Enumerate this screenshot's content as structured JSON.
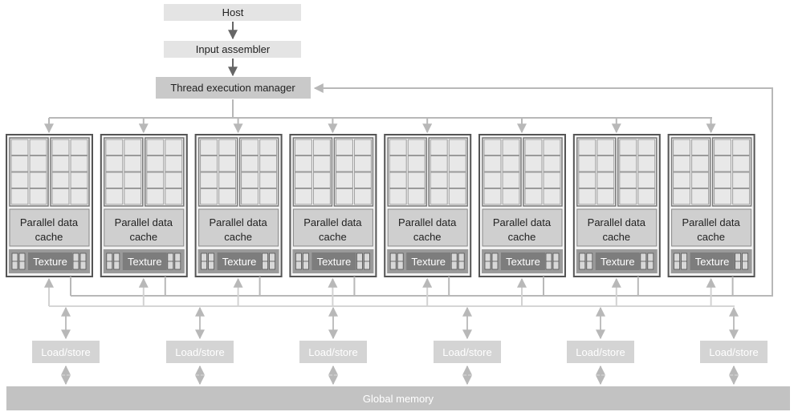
{
  "top": {
    "host": "Host",
    "input_assembler": "Input assembler",
    "thread_manager": "Thread execution manager"
  },
  "units": {
    "count": 8,
    "cache_line1": "Parallel data",
    "cache_line2": "cache",
    "texture": "Texture"
  },
  "load_store": {
    "count": 6,
    "label": "Load/store"
  },
  "global_memory": "Global memory",
  "colors": {
    "box_light": "#e4e4e4",
    "box_mid": "#d4d4d4",
    "box_dark": "#c2c2c2",
    "unit_border": "#555555",
    "cell_fill": "#e8e8e8",
    "cell_border": "#9a9a9a",
    "cache_fill": "#cfcfcf",
    "texture_fill": "#7d7d7d",
    "arrow_dark": "#777777",
    "arrow_light": "#bfbfbf",
    "text_dark": "#222222",
    "text_light": "#ffffff"
  }
}
